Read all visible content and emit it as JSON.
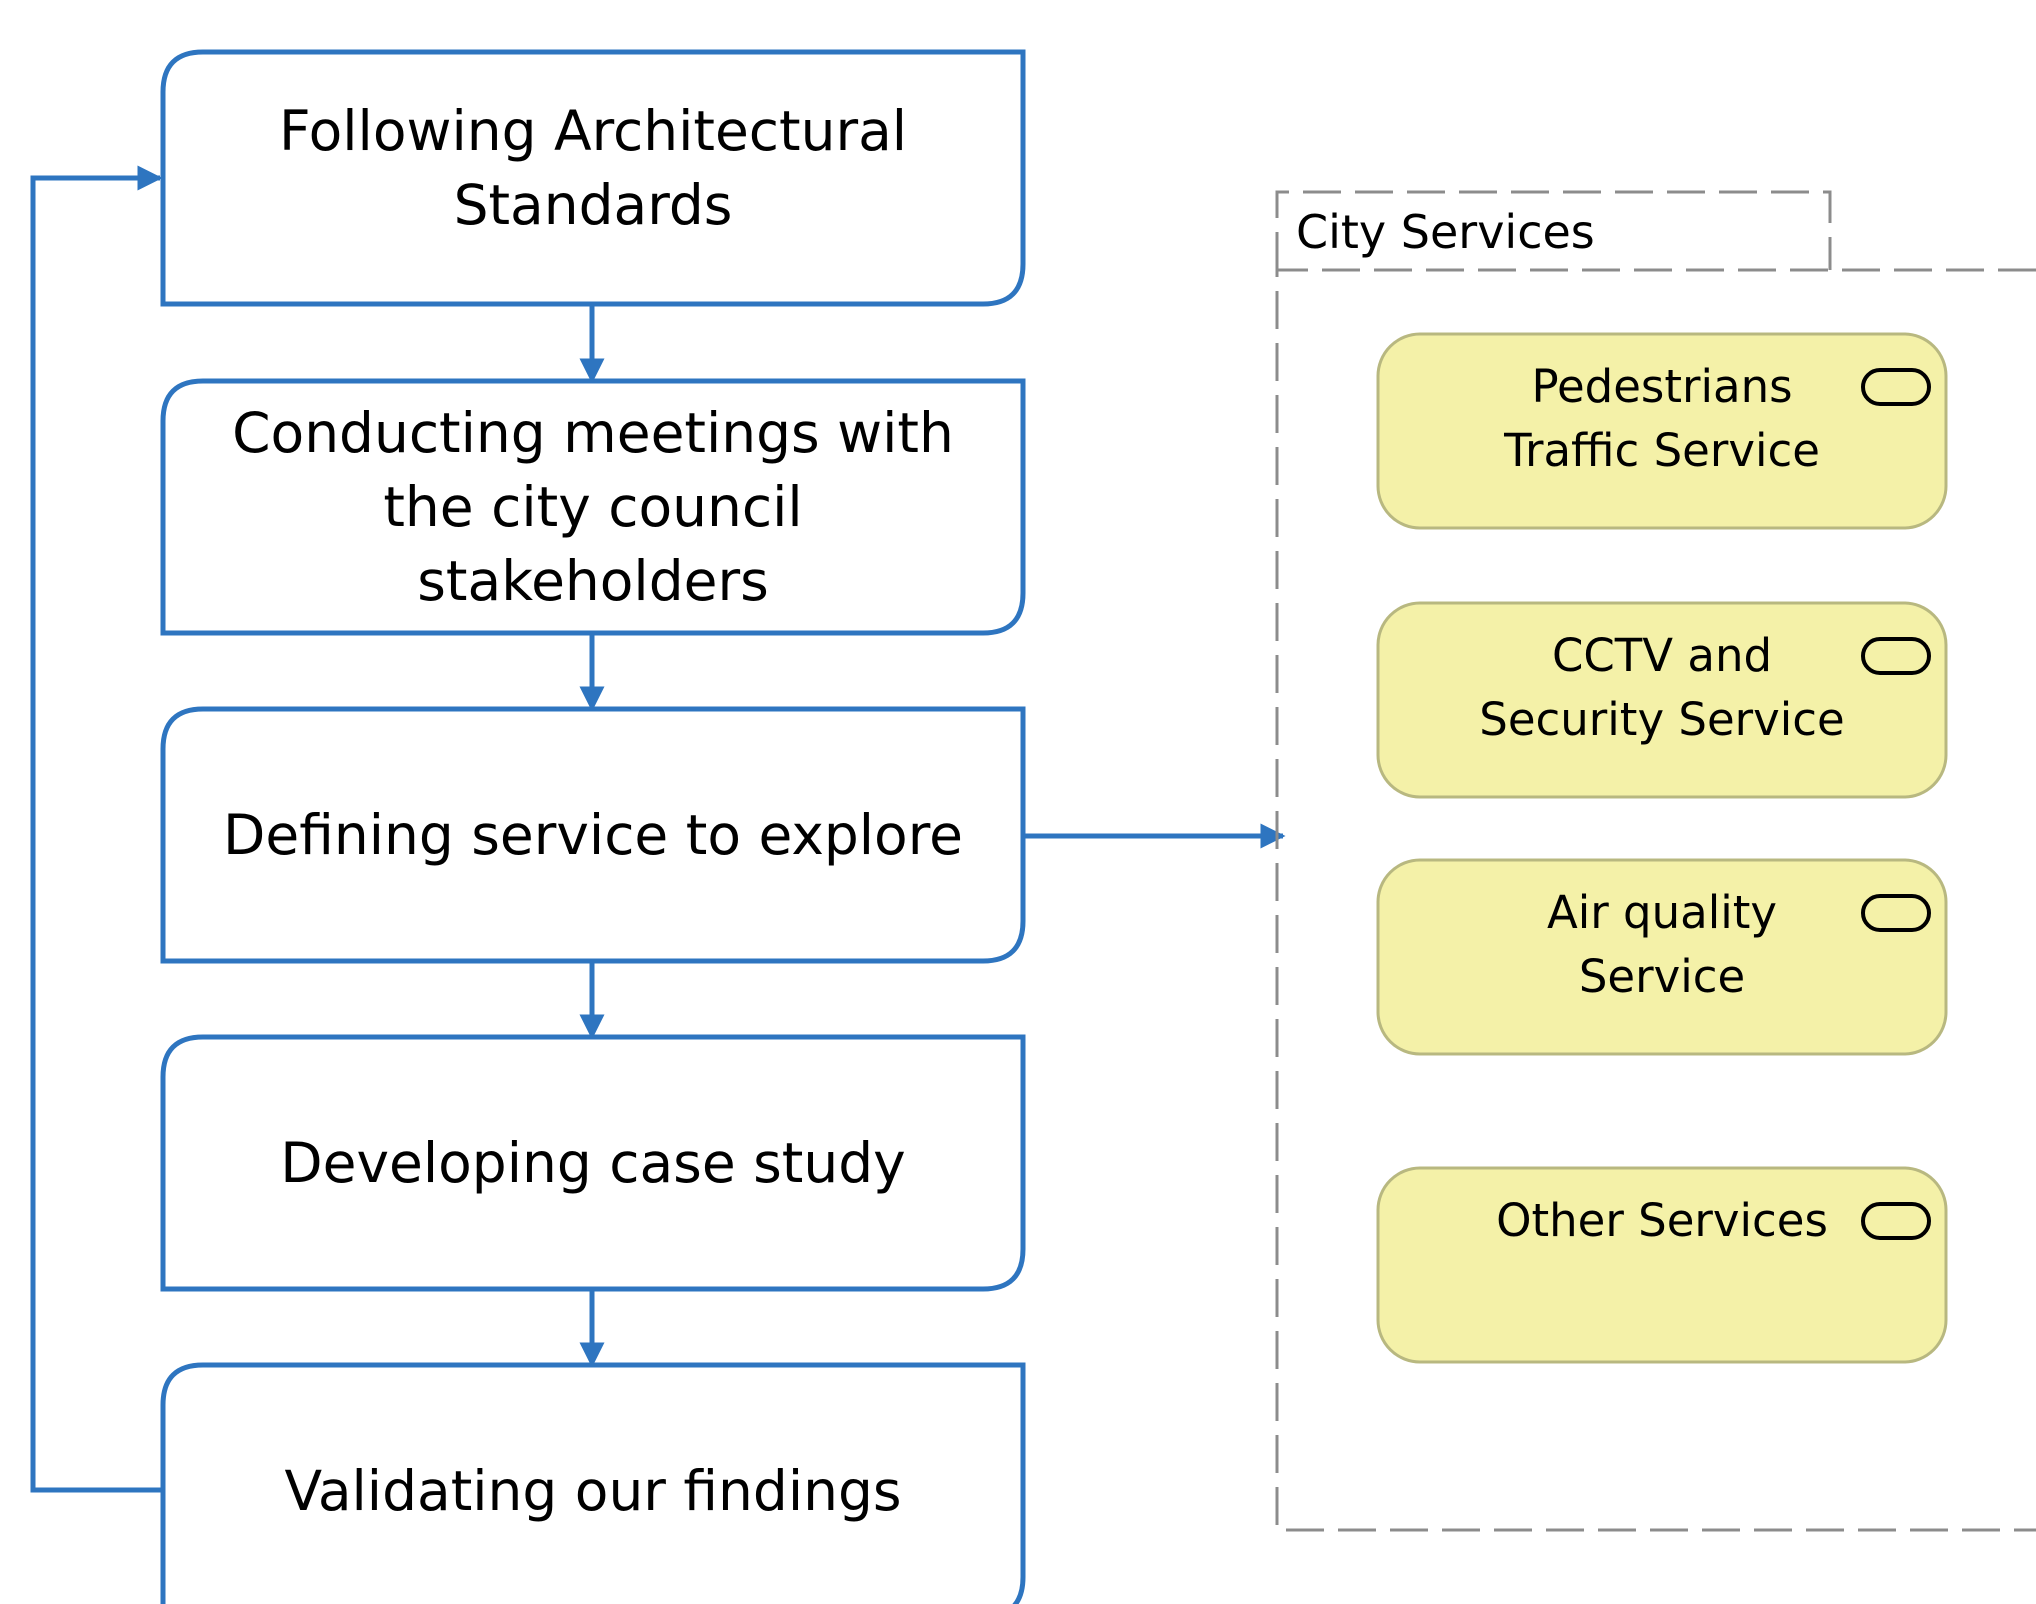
{
  "process": {
    "steps": [
      {
        "lines": [
          "Following Architectural",
          "Standards"
        ]
      },
      {
        "lines": [
          "Conducting meetings with",
          "the city council",
          "stakeholders"
        ]
      },
      {
        "lines": [
          "Defining service to explore"
        ]
      },
      {
        "lines": [
          "Developing case study"
        ]
      },
      {
        "lines": [
          "Validating our findings"
        ]
      }
    ]
  },
  "city_services": {
    "title": "City Services",
    "services": [
      {
        "lines": [
          "Pedestrians",
          "Traffic Service"
        ]
      },
      {
        "lines": [
          "CCTV and",
          "Security Service"
        ]
      },
      {
        "lines": [
          "Air quality",
          "Service"
        ]
      },
      {
        "lines": [
          "Other Services"
        ]
      }
    ]
  },
  "colors": {
    "connector_blue": "#2E75C0",
    "service_fill": "#F4F1A8",
    "service_border": "#B8B880",
    "group_border": "#8C8C8C"
  }
}
